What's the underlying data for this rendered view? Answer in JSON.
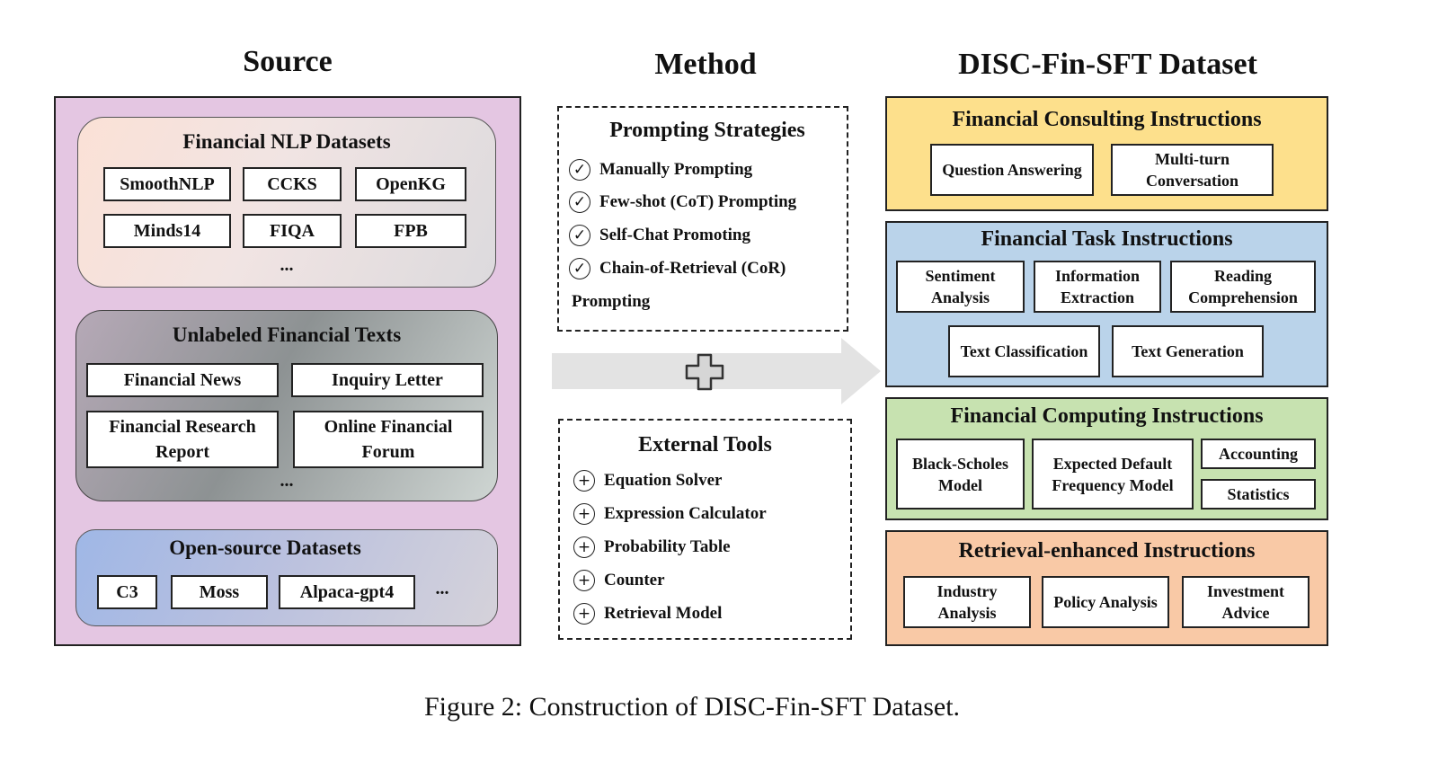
{
  "columns": {
    "source": "Source",
    "method": "Method",
    "dataset": "DISC-Fin-SFT Dataset"
  },
  "source": {
    "nlp": {
      "title": "Financial NLP Datasets",
      "items": [
        "SmoothNLP",
        "CCKS",
        "OpenKG",
        "Minds14",
        "FIQA",
        "FPB"
      ],
      "more": "..."
    },
    "unlabeled": {
      "title": "Unlabeled Financial Texts",
      "items": [
        "Financial News",
        "Inquiry Letter",
        "Financial Research Report",
        "Online Financial Forum"
      ],
      "more": "..."
    },
    "open": {
      "title": "Open-source Datasets",
      "items": [
        "C3",
        "Moss",
        "Alpaca-gpt4"
      ],
      "more": "..."
    }
  },
  "method": {
    "prompting": {
      "title": "Prompting Strategies",
      "items": [
        "Manually Prompting",
        "Few-shot (CoT) Prompting",
        "Self-Chat Promoting",
        "Chain-of-Retrieval (CoR)"
      ],
      "tail": "Prompting"
    },
    "tools": {
      "title": "External Tools",
      "items": [
        "Equation Solver",
        "Expression Calculator",
        "Probability Table",
        "Counter",
        "Retrieval Model"
      ]
    },
    "plus_symbol": "✚"
  },
  "dataset": {
    "consulting": {
      "title": "Financial Consulting Instructions",
      "items": [
        "Question Answering",
        "Multi-turn Conversation"
      ],
      "color": "#fde08c"
    },
    "task": {
      "title": "Financial Task Instructions",
      "items": [
        "Sentiment Analysis",
        "Information Extraction",
        "Reading Comprehension",
        "Text Classification",
        "Text Generation"
      ],
      "color": "#bad3ea"
    },
    "computing": {
      "title": "Financial Computing Instructions",
      "items": [
        "Black-Scholes Model",
        "Expected Default Frequency Model",
        "Accounting",
        "Statistics"
      ],
      "color": "#c7e2b0"
    },
    "retrieval": {
      "title": "Retrieval-enhanced Instructions",
      "items": [
        "Industry Analysis",
        "Policy Analysis",
        "Investment Advice"
      ],
      "color": "#f9c9a6"
    }
  },
  "caption": "Figure 2: Construction of DISC-Fin-SFT Dataset.",
  "colors": {
    "source_panel": "#e4c6e2",
    "arrow": "#e3e3e3"
  },
  "icons": {
    "check": "check-circle-icon",
    "plus": "plus-circle-icon"
  }
}
